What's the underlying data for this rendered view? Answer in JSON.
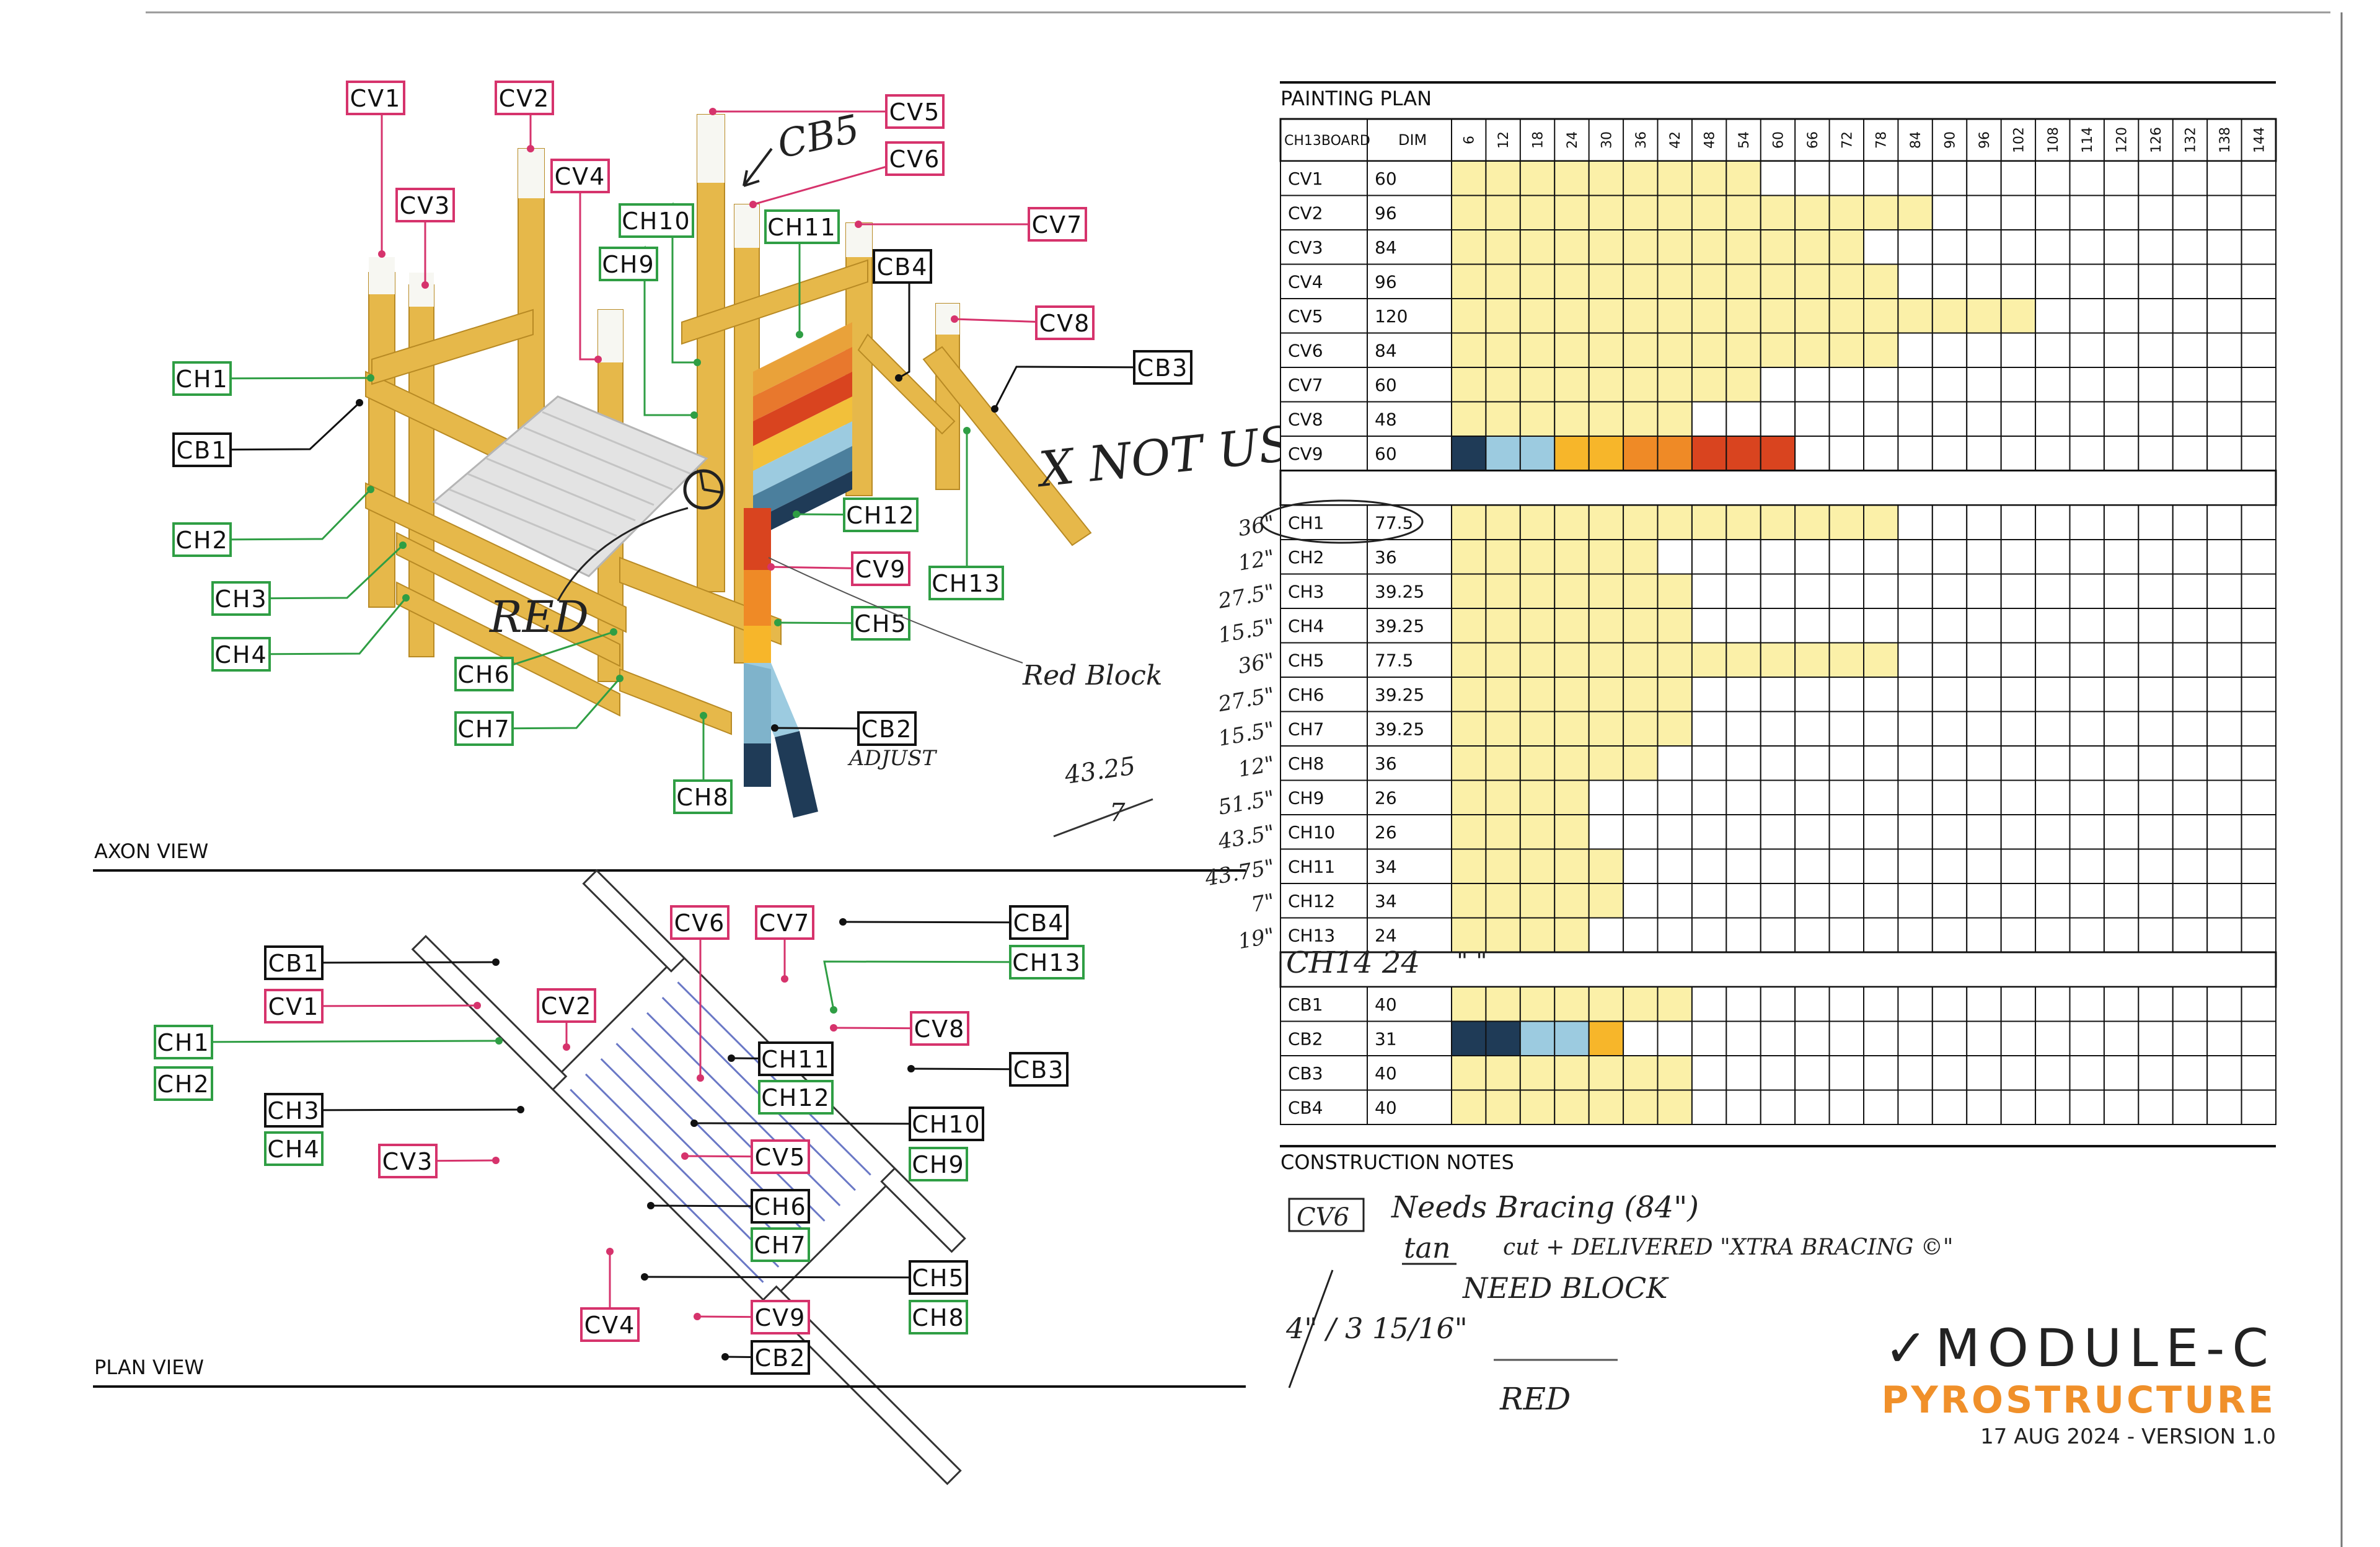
{
  "sections": {
    "axon": "AXON VIEW",
    "plan": "PLAN VIEW",
    "painting": "PAINTING PLAN",
    "notes": "CONSTRUCTION NOTES"
  },
  "title": {
    "module": "MODULE-C",
    "project": "PYROSTRUCTURE",
    "date_version": "17 AUG 2024 - VERSION 1.0"
  },
  "colors": {
    "magenta": "#d6336c",
    "green": "#2f9e44",
    "black": "#111111",
    "wood": "#e6b84a",
    "fill_yellow": "#fbf0a8",
    "red": "#d9441f",
    "orange": "#ef8a26",
    "amber": "#f7b62a",
    "light_blue": "#9ccbe0",
    "navy": "#1f3b57"
  },
  "axon_labels": [
    {
      "text": "CV1",
      "color": "magenta"
    },
    {
      "text": "CV2",
      "color": "magenta"
    },
    {
      "text": "CV3",
      "color": "magenta"
    },
    {
      "text": "CV4",
      "color": "magenta"
    },
    {
      "text": "CV5",
      "color": "magenta"
    },
    {
      "text": "CV6",
      "color": "magenta"
    },
    {
      "text": "CV7",
      "color": "magenta"
    },
    {
      "text": "CV8",
      "color": "magenta"
    },
    {
      "text": "CV9",
      "color": "magenta"
    },
    {
      "text": "CH1",
      "color": "green"
    },
    {
      "text": "CH2",
      "color": "green"
    },
    {
      "text": "CH3",
      "color": "green"
    },
    {
      "text": "CH4",
      "color": "green"
    },
    {
      "text": "CH5",
      "color": "green"
    },
    {
      "text": "CH6",
      "color": "green"
    },
    {
      "text": "CH7",
      "color": "green"
    },
    {
      "text": "CH8",
      "color": "green"
    },
    {
      "text": "CH9",
      "color": "green"
    },
    {
      "text": "CH10",
      "color": "green"
    },
    {
      "text": "CH11",
      "color": "green"
    },
    {
      "text": "CH12",
      "color": "green"
    },
    {
      "text": "CH13",
      "color": "green"
    },
    {
      "text": "CB1",
      "color": "black"
    },
    {
      "text": "CB2",
      "color": "black"
    },
    {
      "text": "CB3",
      "color": "black"
    },
    {
      "text": "CB4",
      "color": "black"
    }
  ],
  "plan_labels": [
    {
      "text": "CB1",
      "color": "black"
    },
    {
      "text": "CV1",
      "color": "magenta"
    },
    {
      "text": "CH1",
      "color": "green"
    },
    {
      "text": "CH2",
      "color": "green"
    },
    {
      "text": "CV2",
      "color": "magenta"
    },
    {
      "text": "CH3",
      "color": "black"
    },
    {
      "text": "CH4",
      "color": "green"
    },
    {
      "text": "CV3",
      "color": "magenta"
    },
    {
      "text": "CV6",
      "color": "magenta"
    },
    {
      "text": "CV7",
      "color": "magenta"
    },
    {
      "text": "CB4",
      "color": "black"
    },
    {
      "text": "CH13",
      "color": "green"
    },
    {
      "text": "CV8",
      "color": "magenta"
    },
    {
      "text": "CB3",
      "color": "black"
    },
    {
      "text": "CH11",
      "color": "black"
    },
    {
      "text": "CH12",
      "color": "green"
    },
    {
      "text": "CH10",
      "color": "black"
    },
    {
      "text": "CH9",
      "color": "green"
    },
    {
      "text": "CV5",
      "color": "magenta"
    },
    {
      "text": "CH6",
      "color": "black"
    },
    {
      "text": "CH7",
      "color": "green"
    },
    {
      "text": "CH5",
      "color": "black"
    },
    {
      "text": "CH8",
      "color": "green"
    },
    {
      "text": "CV4",
      "color": "magenta"
    },
    {
      "text": "CV9",
      "color": "magenta"
    },
    {
      "text": "CB2",
      "color": "black"
    }
  ],
  "handwritten": {
    "cb5": "CB5",
    "x_not_used": "X NOT USED",
    "red": "RED",
    "red_block": "Red Block",
    "adjust": "ADJUST",
    "calc": "43.25",
    "calc2": "7",
    "ch14_row": "CH14  24",
    "ditto": "\"        \"",
    "note1": "Needs Bracing (84\")",
    "note1_tag": "CV6",
    "note2": "tan",
    "note3": "cut + DELIVERED  \"XTRA BRACING ©\"",
    "need_block": "NEED BLOCK",
    "red2": "RED",
    "dims": "4\" / 3 15/16\"",
    "margin_lengths": [
      "36\"",
      "12\"",
      "27.5\"",
      "15.5\"",
      "36\"",
      "27.5\"",
      "15.5\"",
      "12\"",
      "51.5\"",
      "43.5\"",
      "43.75\"",
      "7\"",
      "19\""
    ]
  },
  "painting_plan": {
    "header_board": "CH13BOARD",
    "header_dim": "DIM",
    "columns": [
      "6",
      "12",
      "18",
      "24",
      "30",
      "36",
      "42",
      "48",
      "54",
      "60",
      "66",
      "72",
      "78",
      "84",
      "90",
      "96",
      "102",
      "108",
      "114",
      "120",
      "126",
      "132",
      "138",
      "144"
    ],
    "groups": [
      {
        "rows": [
          {
            "board": "CV1",
            "dim": "60",
            "fill": 9
          },
          {
            "board": "CV2",
            "dim": "96",
            "fill": 14
          },
          {
            "board": "CV3",
            "dim": "84",
            "fill": 12
          },
          {
            "board": "CV4",
            "dim": "96",
            "fill": 13
          },
          {
            "board": "CV5",
            "dim": "120",
            "fill": 17
          },
          {
            "board": "CV6",
            "dim": "84",
            "fill": 13
          },
          {
            "board": "CV7",
            "dim": "60",
            "fill": 9
          },
          {
            "board": "CV8",
            "dim": "48",
            "fill": 7
          },
          {
            "board": "CV9",
            "dim": "60",
            "colors": [
              "navy",
              "light_blue",
              "light_blue",
              "amber",
              "amber",
              "orange",
              "orange",
              "red",
              "red",
              "red"
            ]
          }
        ]
      },
      {
        "rows": [
          {
            "board": "CH1",
            "dim": "77.5",
            "fill": 13
          },
          {
            "board": "CH2",
            "dim": "36",
            "fill": 6
          },
          {
            "board": "CH3",
            "dim": "39.25",
            "fill": 7
          },
          {
            "board": "CH4",
            "dim": "39.25",
            "fill": 7
          },
          {
            "board": "CH5",
            "dim": "77.5",
            "fill": 13
          },
          {
            "board": "CH6",
            "dim": "39.25",
            "fill": 7
          },
          {
            "board": "CH7",
            "dim": "39.25",
            "fill": 7
          },
          {
            "board": "CH8",
            "dim": "36",
            "fill": 6
          },
          {
            "board": "CH9",
            "dim": "26",
            "fill": 4
          },
          {
            "board": "CH10",
            "dim": "26",
            "fill": 4
          },
          {
            "board": "CH11",
            "dim": "34",
            "fill": 5
          },
          {
            "board": "CH12",
            "dim": "34",
            "fill": 5
          },
          {
            "board": "CH13",
            "dim": "24",
            "fill": 4
          }
        ]
      },
      {
        "rows": [
          {
            "board": "CB1",
            "dim": "40",
            "fill": 7
          },
          {
            "board": "CB2",
            "dim": "31",
            "colors": [
              "navy",
              "navy",
              "light_blue",
              "light_blue",
              "amber"
            ]
          },
          {
            "board": "CB3",
            "dim": "40",
            "fill": 7
          },
          {
            "board": "CB4",
            "dim": "40",
            "fill": 7
          }
        ]
      }
    ]
  }
}
